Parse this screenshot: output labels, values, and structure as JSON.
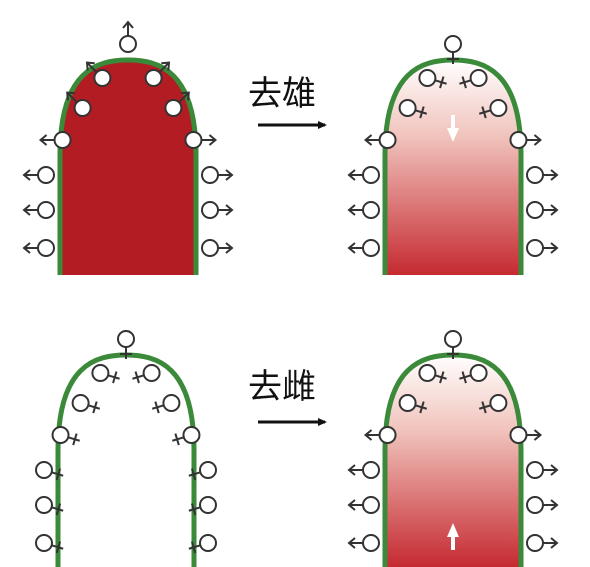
{
  "labels": {
    "top_arrow": "去雄",
    "bottom_arrow": "去雌"
  },
  "colors": {
    "fill": "#b41c24",
    "outline": "#3a8a3a",
    "symbol": "#333333"
  },
  "panels": [
    {
      "id": "top-left",
      "fill": "solid",
      "gradient_arrow": "none",
      "symbols": [
        "male",
        "male",
        "male",
        "male",
        "male",
        "male",
        "male",
        "male",
        "male",
        "male",
        "male",
        "male",
        "male"
      ]
    },
    {
      "id": "top-right",
      "fill": "gradient-top-light",
      "gradient_arrow": "down",
      "symbols": [
        "female",
        "female",
        "female",
        "female",
        "female",
        "male",
        "male",
        "male",
        "male",
        "male",
        "male",
        "male",
        "male"
      ]
    },
    {
      "id": "bottom-left",
      "fill": "none",
      "gradient_arrow": "none",
      "symbols": [
        "female",
        "female",
        "female",
        "female",
        "female",
        "female",
        "female",
        "female",
        "female",
        "female",
        "female",
        "female",
        "female"
      ]
    },
    {
      "id": "bottom-right",
      "fill": "gradient-top-light",
      "gradient_arrow": "up",
      "symbols": [
        "female",
        "female",
        "female",
        "female",
        "female",
        "male",
        "male",
        "male",
        "male",
        "male",
        "male",
        "male",
        "male"
      ]
    }
  ]
}
